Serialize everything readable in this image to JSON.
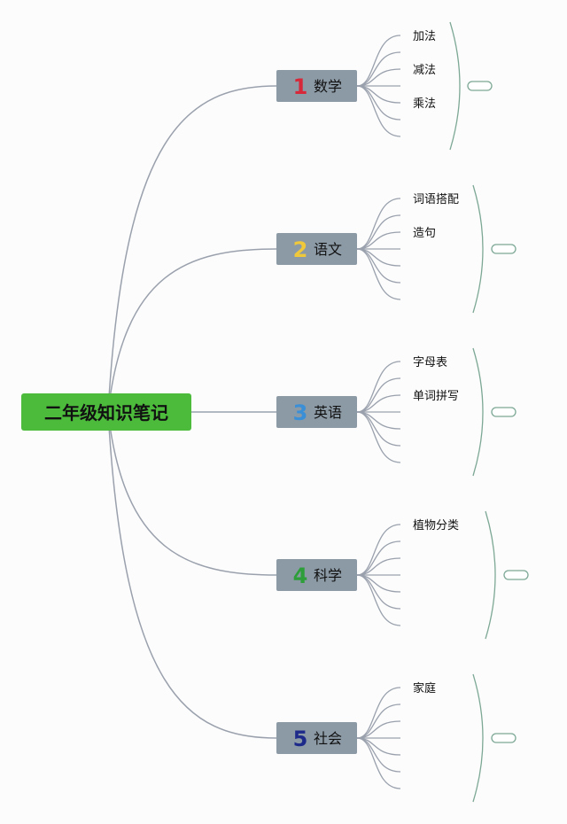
{
  "root": {
    "label": "二年级知识笔记",
    "color": "#4cbb3c"
  },
  "branch_box_color": "#8c9aa6",
  "line_color": "#9aa1ad",
  "bracket_color": "#7da895",
  "branches": [
    {
      "num": "1",
      "num_color": "#d62839",
      "label": "数学",
      "leaves": [
        "加法",
        "减法",
        "乘法",
        "",
        "",
        ""
      ]
    },
    {
      "num": "2",
      "num_color": "#f0c93a",
      "label": "语文",
      "leaves": [
        "词语搭配",
        "造句",
        "",
        "",
        "",
        ""
      ]
    },
    {
      "num": "3",
      "num_color": "#3a8fd6",
      "label": "英语",
      "leaves": [
        "字母表",
        "单词拼写",
        "",
        "",
        "",
        ""
      ]
    },
    {
      "num": "4",
      "num_color": "#2e9e3a",
      "label": "科学",
      "leaves": [
        "植物分类",
        "",
        "",
        "",
        "",
        ""
      ]
    },
    {
      "num": "5",
      "num_color": "#1d2a8a",
      "label": "社会",
      "leaves": [
        "家庭",
        "",
        "",
        "",
        "",
        ""
      ]
    }
  ]
}
